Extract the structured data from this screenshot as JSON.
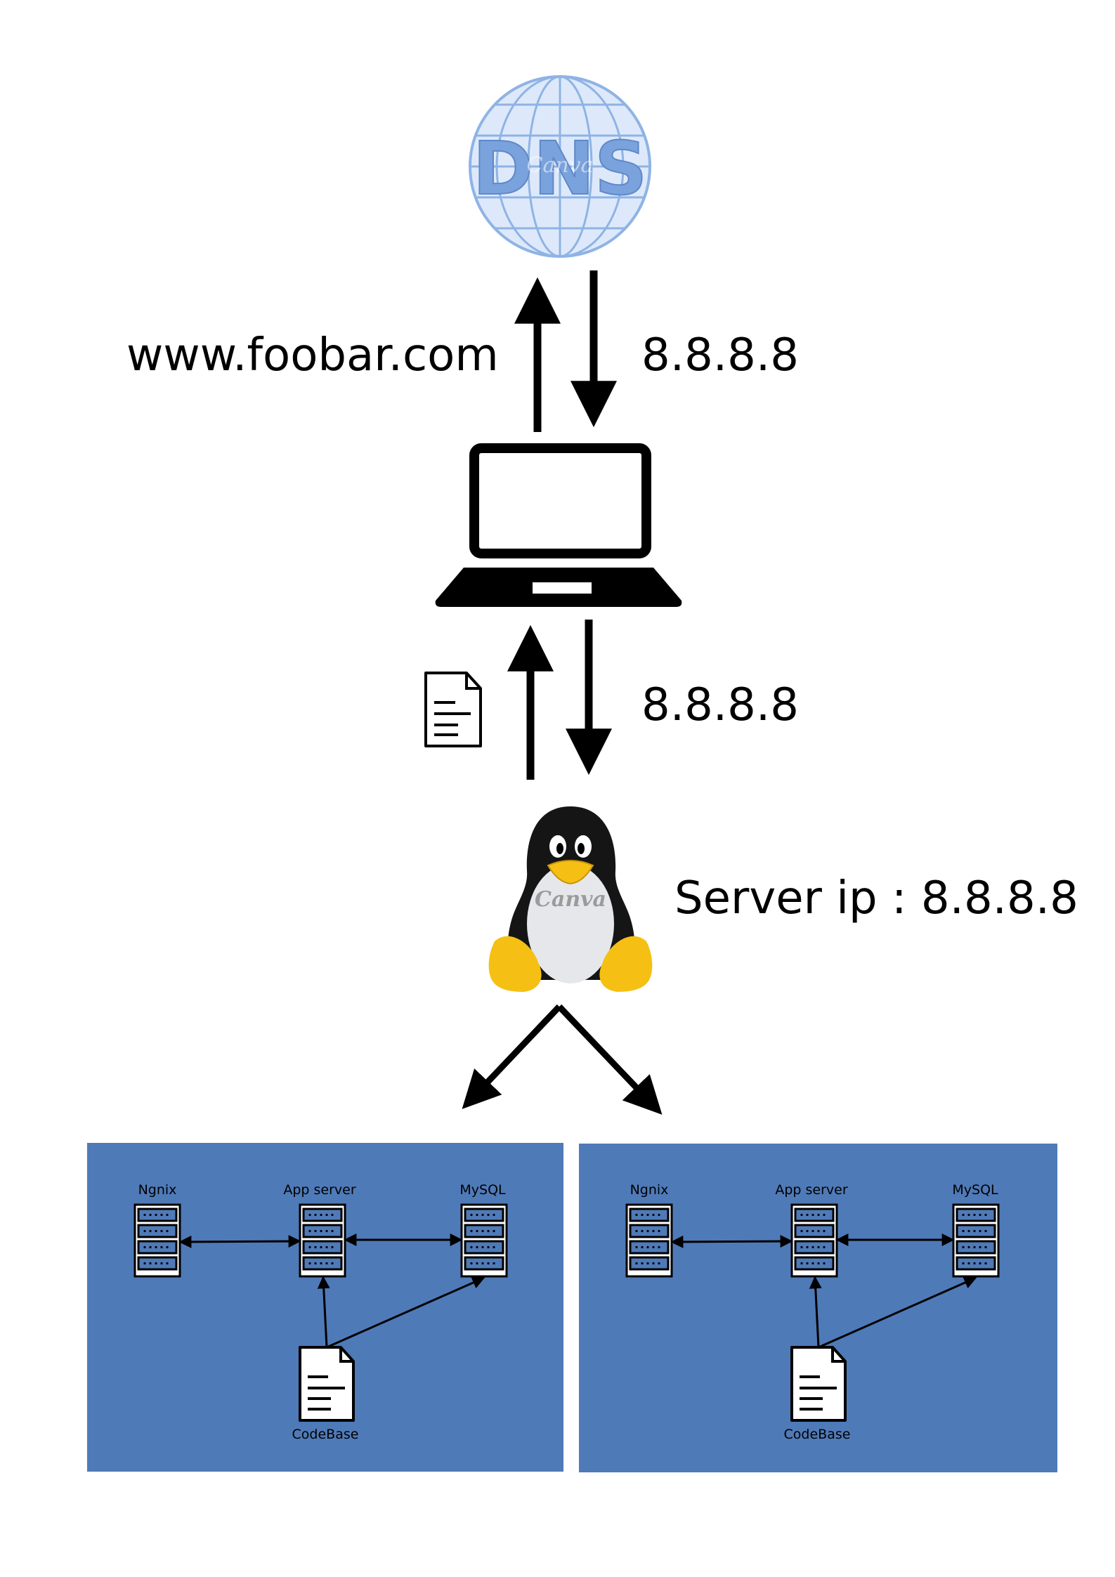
{
  "logo": {
    "text": "DNS",
    "watermark": "Canva"
  },
  "labels": {
    "domain_request": "www.foobar.com",
    "dns_reply": "8.8.8.8",
    "server_reply": "8.8.8.8",
    "server_ip": "Server ip : 8.8.8.8"
  },
  "panels": [
    {
      "nginx": "Ngnix",
      "app": "App server",
      "db": "MySQL",
      "code": "CodeBase"
    },
    {
      "nginx": "Ngnix",
      "app": "App server",
      "db": "MySQL",
      "code": "CodeBase"
    }
  ],
  "colors": {
    "panel": "#4f7ab8",
    "globe_fill": "#dde9fb",
    "globe_line": "#7fa6dd",
    "dns_text": "#6f98d8",
    "penguin_yellow": "#f5c013",
    "black": "#000000"
  },
  "icons": [
    "globe-icon",
    "laptop-icon",
    "document-icon",
    "linux-penguin-icon",
    "server-icon"
  ]
}
